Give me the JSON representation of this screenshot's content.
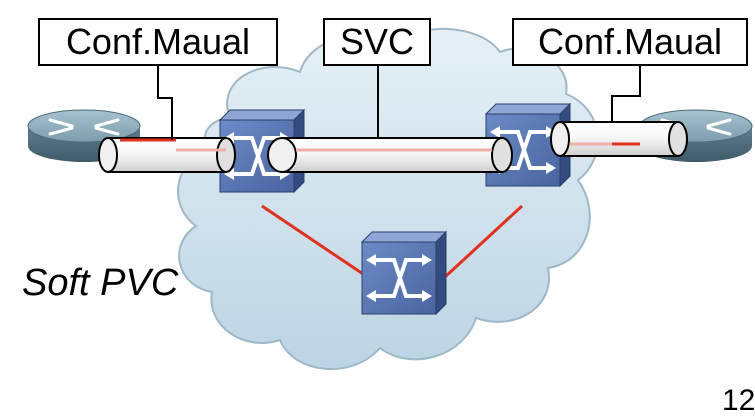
{
  "labels": {
    "left_connection": "Conf.Maual",
    "middle_connection": "SVC",
    "right_connection": "Conf.Maual"
  },
  "caption": "Soft PVC",
  "page_number": "12",
  "nodes": [
    {
      "id": "router-left",
      "type": "router"
    },
    {
      "id": "switch-left",
      "type": "atm-switch"
    },
    {
      "id": "switch-right",
      "type": "atm-switch"
    },
    {
      "id": "switch-bottom",
      "type": "atm-switch"
    },
    {
      "id": "router-right",
      "type": "router"
    }
  ],
  "links": [
    {
      "from": "router-left",
      "to": "switch-left",
      "kind": "manual-pvc"
    },
    {
      "from": "switch-left",
      "to": "switch-right",
      "kind": "svc"
    },
    {
      "from": "switch-right",
      "to": "router-right",
      "kind": "manual-pvc"
    },
    {
      "from": "switch-left",
      "to": "switch-bottom",
      "kind": "physical"
    },
    {
      "from": "switch-bottom",
      "to": "switch-right",
      "kind": "physical"
    }
  ],
  "colors": {
    "cloud_fill": "#cfe3ee",
    "cloud_stroke": "#9fb8c8",
    "switch_face": "#5b78b4",
    "router_body": "#6d8fa0",
    "link_red": "#e0301e",
    "pipe_light": "#f3f3f3"
  }
}
